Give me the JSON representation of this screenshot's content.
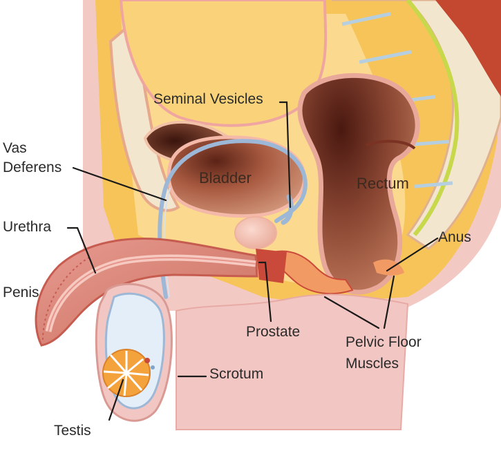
{
  "labels": {
    "seminal_vesicles": "Seminal Vesicles",
    "vas_deferens_line1": "Vas",
    "vas_deferens_line2": "Deferens",
    "urethra": "Urethra",
    "penis": "Penis",
    "bladder": "Bladder",
    "rectum": "Rectum",
    "anus": "Anus",
    "prostate": "Prostate",
    "pelvic_floor_line1": "Pelvic Floor",
    "pelvic_floor_line2": "Muscles",
    "scrotum": "Scrotum",
    "testis": "Testis"
  },
  "colors": {
    "tissue_yellow": "#f7c45a",
    "bone_cream": "#f3e6cf",
    "skin_pink": "#f0c0bc",
    "organ_brown": "#c97f6a",
    "organ_dark": "#5a1e14",
    "duct_blue": "#9db8d6",
    "muscle_red": "#c94a3a",
    "leader_line": "#1a1a1a"
  }
}
